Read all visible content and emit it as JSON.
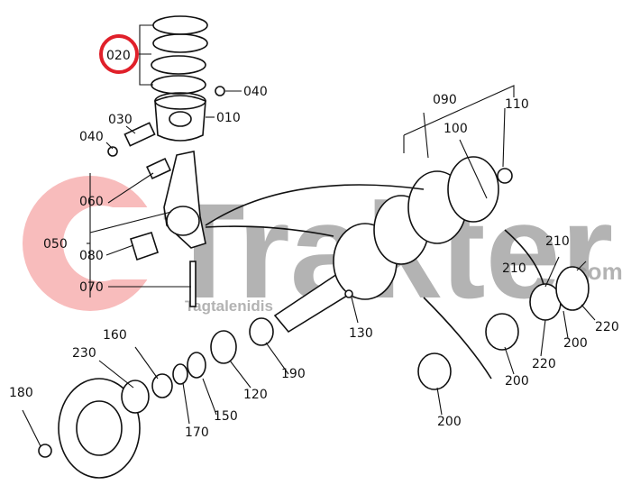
{
  "watermark": {
    "brand": "Trakter",
    "domain": ".com",
    "sub": "Tagtalenidis",
    "logo_color": "#f08080"
  },
  "highlight": {
    "label": "020",
    "color": "#e0202a"
  },
  "labels": {
    "l010": "010",
    "l030": "030",
    "l040a": "040",
    "l040b": "040",
    "l050": "050",
    "l060": "060",
    "l070": "070",
    "l080": "080",
    "l090": "090",
    "l100": "100",
    "l110": "110",
    "l120": "120",
    "l130": "130",
    "l150": "150",
    "l160": "160",
    "l170": "170",
    "l180": "180",
    "l190": "190",
    "l200a": "200",
    "l200b": "200",
    "l200c": "200",
    "l210a": "210",
    "l210b": "210",
    "l220a": "220",
    "l220b": "220",
    "l230": "230"
  }
}
